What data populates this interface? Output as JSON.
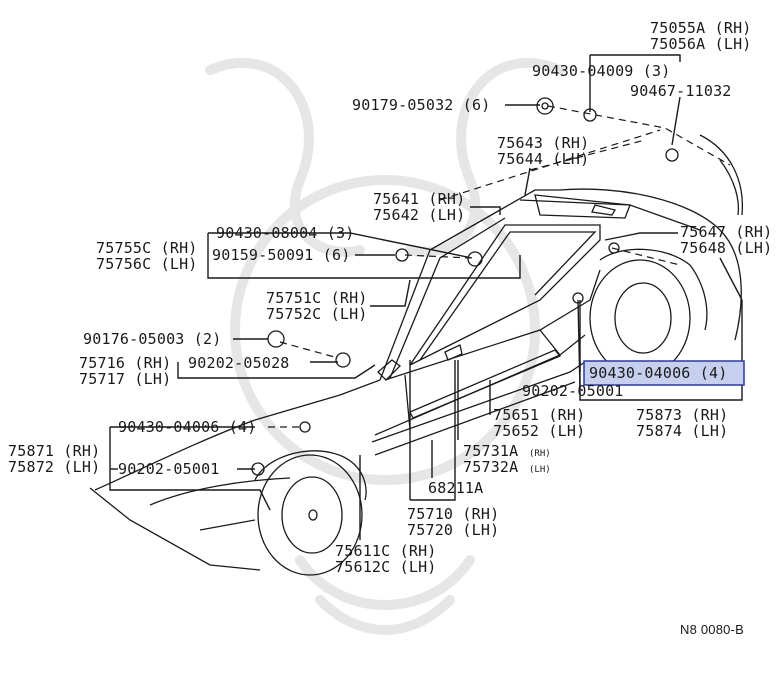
{
  "diagram": {
    "code": "N8 0080-B",
    "labels": [
      {
        "id": "75055A",
        "text": "75055A (RH)"
      },
      {
        "id": "75056A",
        "text": "75056A (LH)"
      },
      {
        "id": "90430-04009",
        "text": "90430-04009 (3)"
      },
      {
        "id": "90467-11032",
        "text": "90467-11032"
      },
      {
        "id": "90179-05032",
        "text": "90179-05032 (6)"
      },
      {
        "id": "75643",
        "text": "75643 (RH)"
      },
      {
        "id": "75644",
        "text": "75644 (LH)"
      },
      {
        "id": "75641",
        "text": "75641 (RH)"
      },
      {
        "id": "75642",
        "text": "75642 (LH)"
      },
      {
        "id": "75647",
        "text": "75647 (RH)"
      },
      {
        "id": "75648",
        "text": "75648 (LH)"
      },
      {
        "id": "90430-08004",
        "text": "90430-08004 (3)"
      },
      {
        "id": "75755C",
        "text": "75755C (RH)"
      },
      {
        "id": "75756C",
        "text": "75756C (LH)"
      },
      {
        "id": "90159-50091",
        "text": "90159-50091 (6)"
      },
      {
        "id": "75751C",
        "text": "75751C (RH)"
      },
      {
        "id": "75752C",
        "text": "75752C (LH)"
      },
      {
        "id": "90176-05003",
        "text": "90176-05003 (2)"
      },
      {
        "id": "75716",
        "text": "75716 (RH)"
      },
      {
        "id": "75717",
        "text": "75717 (LH)"
      },
      {
        "id": "90202-05028",
        "text": "90202-05028"
      },
      {
        "id": "90430-04006-rear",
        "text": "90430-04006 (4)"
      },
      {
        "id": "90202-05001-rear",
        "text": "90202-05001"
      },
      {
        "id": "75651",
        "text": "75651 (RH)"
      },
      {
        "id": "75652",
        "text": "75652 (LH)"
      },
      {
        "id": "75873",
        "text": "75873 (RH)"
      },
      {
        "id": "75874",
        "text": "75874 (LH)"
      },
      {
        "id": "90430-04006-front",
        "text": "90430-04006 (4)"
      },
      {
        "id": "75871",
        "text": "75871 (RH)"
      },
      {
        "id": "75872",
        "text": "75872 (LH)"
      },
      {
        "id": "90202-05001-front",
        "text": "90202-05001"
      },
      {
        "id": "75731A",
        "text": "75731A"
      },
      {
        "id": "75731A-tag",
        "text": "(RH)"
      },
      {
        "id": "75732A",
        "text": "75732A"
      },
      {
        "id": "75732A-tag",
        "text": "(LH)"
      },
      {
        "id": "68211A",
        "text": "68211A"
      },
      {
        "id": "75710",
        "text": "75710 (RH)"
      },
      {
        "id": "75720",
        "text": "75720 (LH)"
      },
      {
        "id": "75611C",
        "text": "75611C (RH)"
      },
      {
        "id": "75612C",
        "text": "75612C (LH)"
      }
    ],
    "highlighted": "90430-04006-rear"
  }
}
